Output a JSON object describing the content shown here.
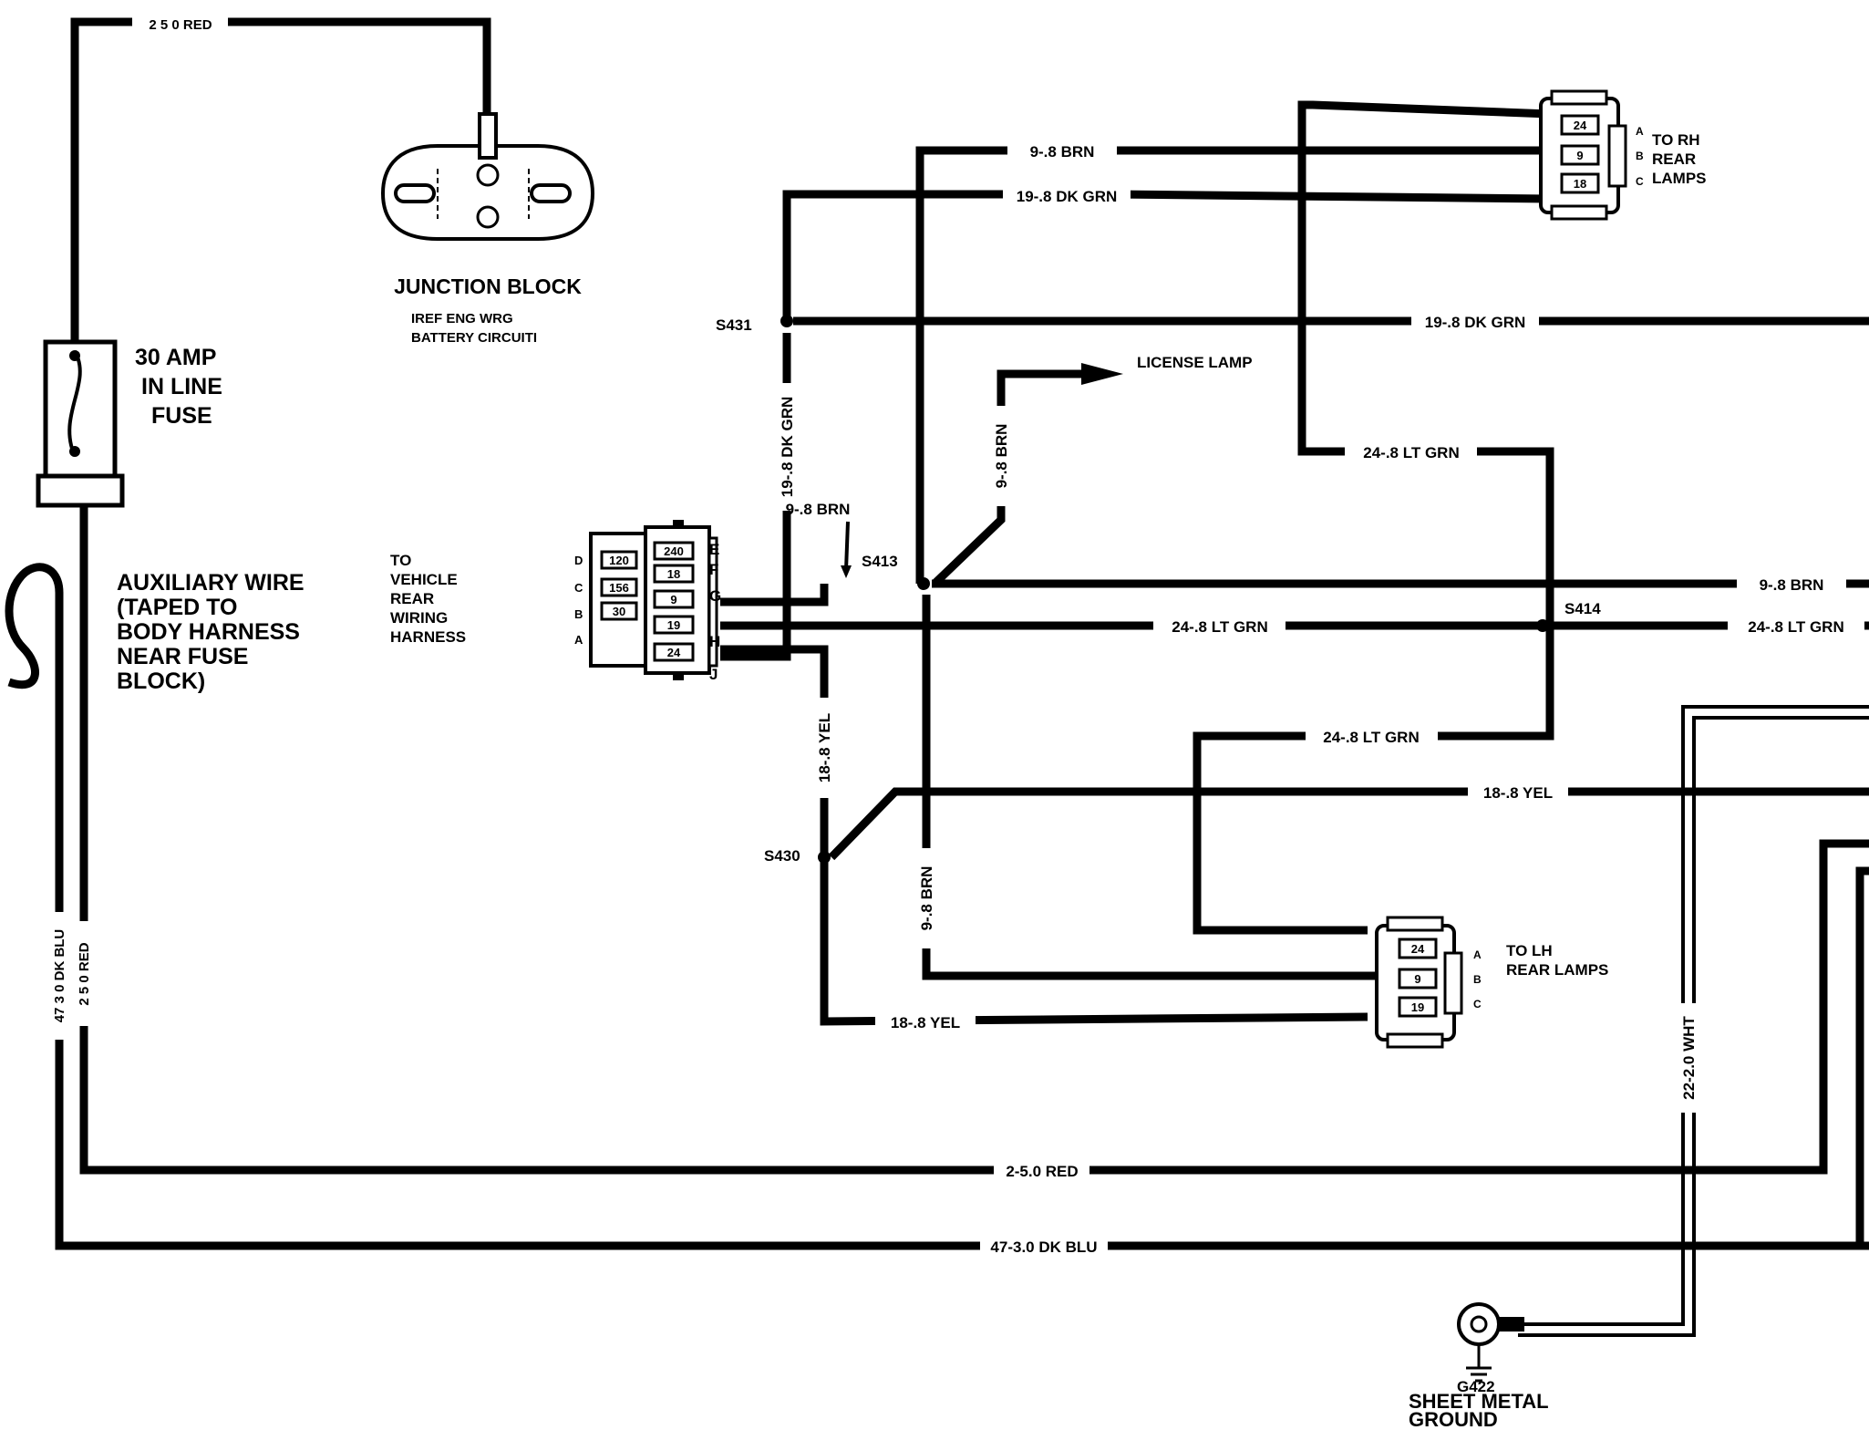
{
  "junction_block": {
    "title": "JUNCTION BLOCK",
    "note_line1": "IREF ENG WRG",
    "note_line2": "BATTERY CIRCUITI"
  },
  "fuse": {
    "line1": "30 AMP",
    "line2": "IN LINE",
    "line3": "FUSE"
  },
  "aux_wire": {
    "line1": "AUXILIARY WIRE",
    "line2": "(TAPED TO",
    "line3": "BODY HARNESS",
    "line4": "NEAR FUSE",
    "line5": "BLOCK)"
  },
  "vehicle_harness": {
    "line1": "TO",
    "line2": "VEHICLE",
    "line3": "REAR",
    "line4": "WIRING",
    "line5": "HARNESS"
  },
  "connector_main": {
    "left_cavities": [
      "120",
      "156",
      "30"
    ],
    "right_cavities": [
      "240",
      "18",
      "9",
      "19",
      "24"
    ],
    "letters_left": [
      "D",
      "C",
      "B",
      "A"
    ],
    "letters_right": [
      "E",
      "F",
      "G",
      "H",
      "J"
    ]
  },
  "rh_lamps": {
    "pins": [
      "24",
      "9",
      "18"
    ],
    "letters": [
      "A",
      "B",
      "C"
    ],
    "line1": "TO RH",
    "line2": "REAR",
    "line3": "LAMPS"
  },
  "lh_lamps": {
    "pins": [
      "24",
      "9",
      "19"
    ],
    "letters": [
      "A",
      "B",
      "C"
    ],
    "line1": "TO LH",
    "line2": "REAR LAMPS"
  },
  "license_lamp": "LICENSE LAMP",
  "ground": {
    "id": "G422",
    "line1": "SHEET METAL",
    "line2": "GROUND"
  },
  "splices": {
    "s431": "S431",
    "s413": "S413",
    "s414": "S414",
    "s430": "S430"
  },
  "wires": {
    "top_red": "2 5 0 RED",
    "vert_red": "2 5 0 RED",
    "vert_blu": "47 3 0 DK BLU",
    "brn_top": "9-.8 BRN",
    "dkgrn_top": "19-.8 DK GRN",
    "dkgrn_s431": "19-.8 DK GRN",
    "dkgrn_vert": "19-.8 DK GRN",
    "brn_license": "9-.8 BRN",
    "ltgrn_upper": "24-.8 LT GRN",
    "brn_conn": "9-.8 BRN",
    "brn_right": "9-.8 BRN",
    "ltgrn_mid": "24-.8 LT GRN",
    "ltgrn_right": "24-.8 LT GRN",
    "ltgrn_lower": "24-.8 LT GRN",
    "yel_vert": "18-.8 YEL",
    "yel_right": "18-.8 YEL",
    "brn_vert": "9-.8 BRN",
    "yel_bottom": "18-.8 YEL",
    "red_bottom": "2-5.0 RED",
    "blu_bottom": "47-3.0 DK BLU",
    "wht_vert": "22-2.0 WHT"
  }
}
